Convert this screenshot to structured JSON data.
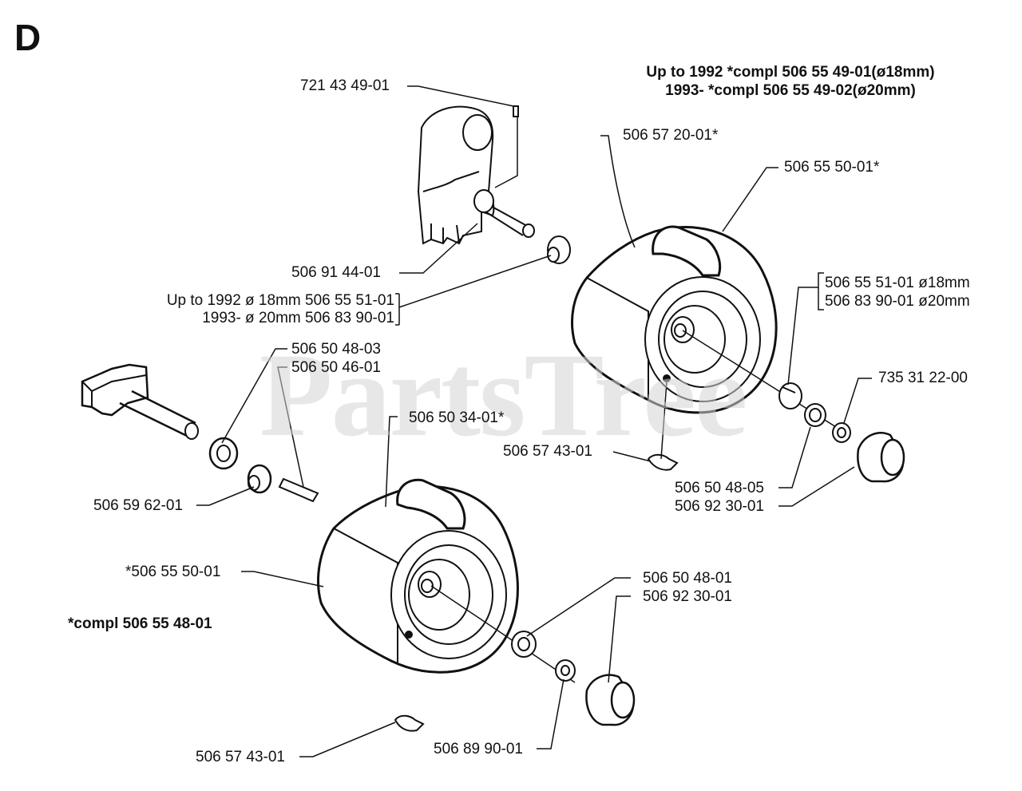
{
  "section": "D",
  "watermark": "PartsTree",
  "notes": {
    "top_line1": "Up to 1992 *compl 506 55 49-01(ø18mm)",
    "top_line2": "1993- *compl 506 55 49-02(ø20mm)",
    "bottom": "*compl 506 55 48-01"
  },
  "labels": {
    "p721434901": "721 43 49-01",
    "p506572001": "506 57 20-01*",
    "p506555001s": "506 55 50-01*",
    "p506914401": "506 91 44-01",
    "upto1992_a": "Up to 1992 ø 18mm 506 55 51-01",
    "from1993_a": "1993- ø 20mm 506 83 90-01",
    "p506555101": "506 55 51-01 ø18mm",
    "p506839001": "506 83 90-01 ø20mm",
    "p506504803": "506 50 48-03",
    "p506504601": "506 50 46-01",
    "p735312200": "735 31 22-00",
    "p506503401": "506 50 34-01*",
    "p506574301_top": "506 57 43-01",
    "p506504805": "506 50 48-05",
    "p506923001_top": "506 92 30-01",
    "p506596201": "506 59 62-01",
    "p506555001_left": "*506 55 50-01",
    "p506504801": "506 50 48-01",
    "p506923001_bot": "506 92 30-01",
    "p506574301_bot": "506 57 43-01",
    "p506899001": "506 89 90-01"
  }
}
